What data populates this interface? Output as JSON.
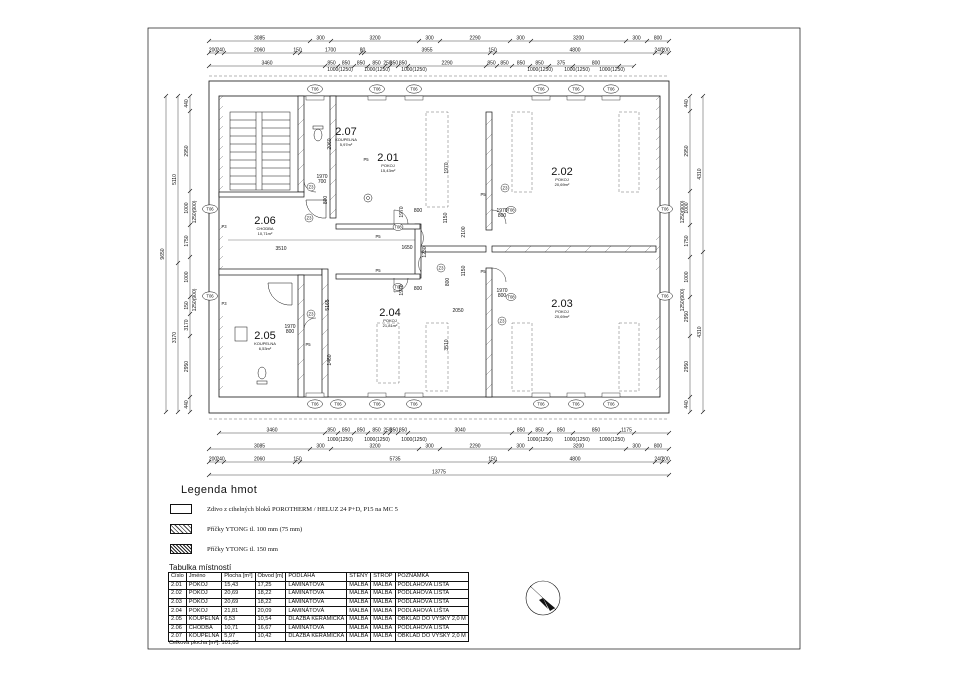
{
  "dims_top": {
    "row1": [
      "3085",
      "300",
      "3200",
      "300",
      "2290",
      "300",
      "3200",
      "300",
      "800"
    ],
    "row2": [
      "200",
      "240",
      "2060",
      "150",
      "1700",
      "80",
      "3955",
      "150",
      "4800",
      "240",
      "200"
    ],
    "row3": [
      "3460",
      "850",
      "850",
      "850",
      "850",
      "250",
      "850",
      "850",
      "2290",
      "850",
      "850",
      "850",
      "850",
      "375",
      "800"
    ],
    "row3b": [
      "1000(1250)",
      "1000(1250)",
      "1000(1250)",
      "1000(1250)",
      "1000(1250)",
      "1000(1250)"
    ]
  },
  "dims_bottom": {
    "row1": [
      "3460",
      "850",
      "850",
      "850",
      "850",
      "250",
      "850",
      "850",
      "3040",
      "850",
      "850",
      "850",
      "850",
      "1175"
    ],
    "row1b": [
      "1000(1250)",
      "1000(1250)",
      "1000(1250)",
      "1000(1250)",
      "1000(1250)",
      "1000(1250)"
    ],
    "row2": [
      "3085",
      "300",
      "3200",
      "300",
      "2290",
      "300",
      "3200",
      "300",
      "800"
    ],
    "row3": [
      "200",
      "240",
      "2060",
      "150",
      "5735",
      "150",
      "4800",
      "240",
      "200"
    ],
    "total": "13775"
  },
  "dims_left": [
    "440",
    "2950",
    "1000",
    "1250(900)",
    "5110",
    "1750",
    "9650",
    "1000",
    "1250(900)",
    "150",
    "3170",
    "2950",
    "440"
  ],
  "dims_right": [
    "440",
    "2950",
    "4310",
    "1000",
    "1250(900)",
    "1750",
    "1000",
    "1250(900)",
    "4310",
    "2950",
    "440"
  ],
  "inner_dims": [
    "2060",
    "1970",
    "700",
    "1970",
    "800",
    "1970",
    "800",
    "1970",
    "800",
    "1970",
    "800",
    "1970",
    "800",
    "1970",
    "3510",
    "3510",
    "5165",
    "1460",
    "2050",
    "2100",
    "1150",
    "1150",
    "800",
    "800",
    "1650",
    "1230",
    "1750"
  ],
  "rooms": [
    {
      "num": "2.01",
      "name": "POKOJ",
      "area": "15,43m²"
    },
    {
      "num": "2.02",
      "name": "POKOJ",
      "area": "20,69m²"
    },
    {
      "num": "2.03",
      "name": "POKOJ",
      "area": "20,69m²"
    },
    {
      "num": "2.04",
      "name": "POKOJ",
      "area": "21,81m²"
    },
    {
      "num": "2.05",
      "name": "KOUPELNA",
      "area": "6,53m²"
    },
    {
      "num": "2.06",
      "name": "CHODBA",
      "area": "10,71m²"
    },
    {
      "num": "2.07",
      "name": "KOUPELNA",
      "area": "5,97m²"
    }
  ],
  "tags": {
    "window": "T06",
    "door": "T08",
    "p": "P5",
    "s": "Z3",
    "p3": "P3"
  },
  "legend": {
    "title": "Legenda hmot",
    "items": [
      "Zdivo z cihelných bloků POROTHERM / HELUZ 24 P+D, P15 na MC 5",
      "Příčky YTONG tl. 100 mm (75 mm)",
      "Příčky YTONG tl. 150 mm"
    ]
  },
  "table": {
    "title": "Tabulka místností",
    "headers": [
      "Číslo",
      "Jméno",
      "Plocha [m²]",
      "Obvod [m]",
      "PODLAHA",
      "STĚNY",
      "STROP",
      "POZNÁMKA"
    ],
    "rows": [
      [
        "2.01",
        "POKOJ",
        "15,43",
        "17,25",
        "LAMINÁTOVÁ",
        "MALBA",
        "MALBA",
        "PODLAHOVÁ LIŠTA"
      ],
      [
        "2.02",
        "POKOJ",
        "20,69",
        "18,22",
        "LAMINÁTOVÁ",
        "MALBA",
        "MALBA",
        "PODLAHOVÁ LIŠTA"
      ],
      [
        "2.03",
        "POKOJ",
        "20,69",
        "18,22",
        "LAMINÁTOVÁ",
        "MALBA",
        "MALBA",
        "PODLAHOVÁ LIŠTA"
      ],
      [
        "2.04",
        "POKOJ",
        "21,81",
        "20,09",
        "LAMINÁTOVÁ",
        "MALBA",
        "MALBA",
        "PODLAHOVÁ LIŠTA"
      ],
      [
        "2.05",
        "KOUPELNA",
        "6,53",
        "10,54",
        "DLAŽBA KERAMICKÁ",
        "MALBA",
        "MALBA",
        "OBKLAD DO VÝŠKY 2,0 M"
      ],
      [
        "2.06",
        "CHODBA",
        "10,71",
        "16,67",
        "LAMINÁTOVÁ",
        "MALBA",
        "MALBA",
        "PODLAHOVÁ LIŠTA"
      ],
      [
        "2.07",
        "KOUPELNA",
        "5,97",
        "10,42",
        "DLAŽBA KERAMICKÁ",
        "MALBA",
        "MALBA",
        "OBKLAD DO VÝŠKY 2,0 M"
      ]
    ],
    "total": "Celková plocha [m²]: 101,83"
  }
}
